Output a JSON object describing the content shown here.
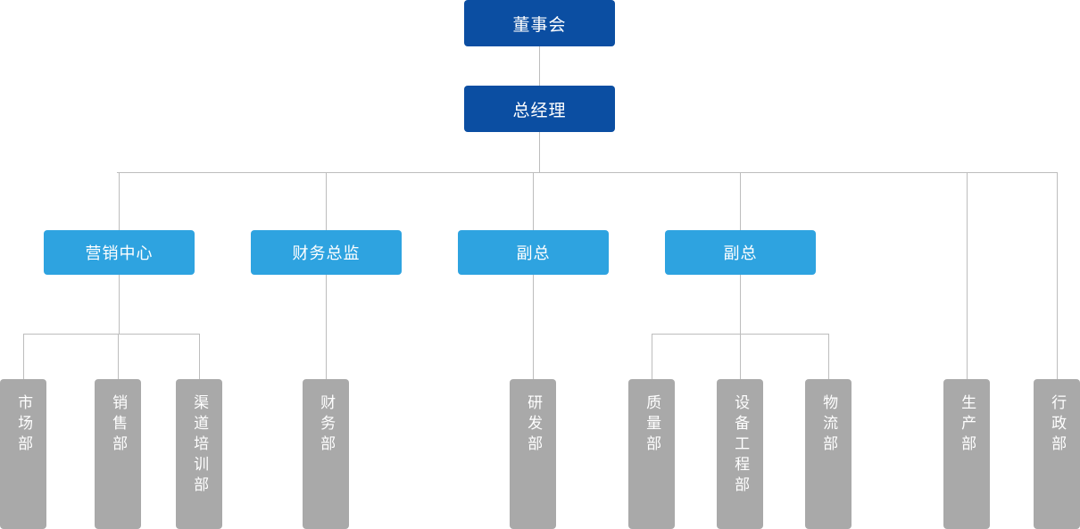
{
  "chart_data": {
    "type": "diagram",
    "title": "",
    "diagram_kind": "organizational-chart",
    "orientation": "top-down",
    "colors": {
      "level1_box": "#0b4ea2",
      "level2_box": "#2ea3e0",
      "leaf_box": "#a9a9a9",
      "connector_line": "#bdbdbd",
      "label_text": "#ffffff",
      "background": "#ffffff"
    },
    "nodes": [
      {
        "id": "board",
        "label": "董事会",
        "level": 1,
        "parent": null
      },
      {
        "id": "gm",
        "label": "总经理",
        "level": 1,
        "parent": "board"
      },
      {
        "id": "marketing_ctr",
        "label": "营销中心",
        "level": 2,
        "parent": "gm"
      },
      {
        "id": "cfo",
        "label": "财务总监",
        "level": 2,
        "parent": "gm"
      },
      {
        "id": "vp1",
        "label": "副总",
        "level": 2,
        "parent": "gm"
      },
      {
        "id": "vp2",
        "label": "副总",
        "level": 2,
        "parent": "gm"
      },
      {
        "id": "market_dept",
        "label": "市场部",
        "level": 3,
        "parent": "marketing_ctr"
      },
      {
        "id": "sales_dept",
        "label": "销售部",
        "level": 3,
        "parent": "marketing_ctr"
      },
      {
        "id": "channel_dept",
        "label": "渠道培训部",
        "level": 3,
        "parent": "marketing_ctr"
      },
      {
        "id": "finance_dept",
        "label": "财务部",
        "level": 3,
        "parent": "cfo"
      },
      {
        "id": "rd_dept",
        "label": "研发部",
        "level": 3,
        "parent": "vp1"
      },
      {
        "id": "quality_dept",
        "label": "质量部",
        "level": 3,
        "parent": "vp2"
      },
      {
        "id": "equip_dept",
        "label": "设备工程部",
        "level": 3,
        "parent": "vp2"
      },
      {
        "id": "logistics_dept",
        "label": "物流部",
        "level": 3,
        "parent": "vp2"
      },
      {
        "id": "production_dept",
        "label": "生产部",
        "level": 3,
        "parent": "gm"
      },
      {
        "id": "admin_dept",
        "label": "行政部",
        "level": 3,
        "parent": "gm"
      }
    ]
  },
  "nodes": {
    "board": "董事会",
    "gm": "总经理",
    "marketing_center": "营销中心",
    "cfo": "财务总监",
    "vp1": "副总",
    "vp2": "副总",
    "market_dept": "市场部",
    "sales_dept": "销售部",
    "channel_training_dept": "渠道培训部",
    "finance_dept": "财务部",
    "rd_dept": "研发部",
    "quality_dept": "质量部",
    "equipment_engineering_dept": "设备工程部",
    "logistics_dept": "物流部",
    "production_dept": "生产部",
    "admin_dept": "行政部"
  }
}
